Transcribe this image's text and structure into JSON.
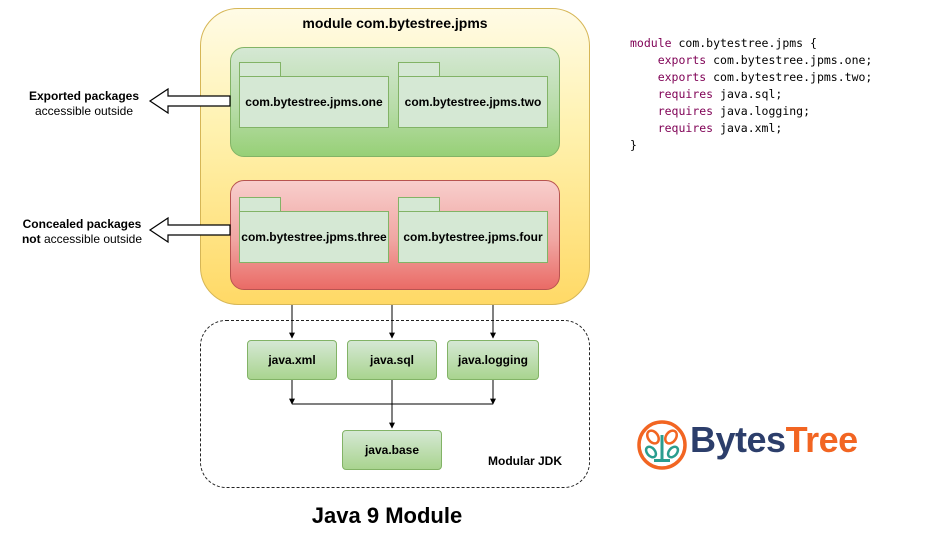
{
  "module": {
    "title": "module com.bytestree.jpms",
    "exported_packages": [
      "com.bytestree.jpms.one",
      "com.bytestree.jpms.two"
    ],
    "concealed_packages": [
      "com.bytestree.jpms.three",
      "com.bytestree.jpms.four"
    ]
  },
  "labels": {
    "exported_line1": "Exported packages",
    "exported_line2": "accessible outside",
    "concealed_line1": "Concealed packages",
    "concealed_line2_bold": "not",
    "concealed_line2_rest": " accessible outside"
  },
  "jdk": {
    "title": "Modular JDK",
    "modules": [
      "java.xml",
      "java.sql",
      "java.logging"
    ],
    "base": "java.base"
  },
  "code": {
    "line1_kw": "module",
    "line1_rest": " com.bytestree.jpms {",
    "line2_kw": "exports",
    "line2_rest": " com.bytestree.jpms.one;",
    "line3_kw": "exports",
    "line3_rest": " com.bytestree.jpms.two;",
    "line4_kw": "requires",
    "line4_rest": " java.sql;",
    "line5_kw": "requires",
    "line5_rest": " java.logging;",
    "line6_kw": "requires",
    "line6_rest": " java.xml;",
    "line7": "}"
  },
  "logo": {
    "part1": "Bytes",
    "part2": "Tree"
  },
  "caption": "Java 9 Module",
  "colors": {
    "logo_blue": "#2c3e6b",
    "logo_orange": "#f26522",
    "exported_green": "#97d077",
    "concealed_red": "#ea6b66",
    "module_yellow": "#ffd966"
  }
}
